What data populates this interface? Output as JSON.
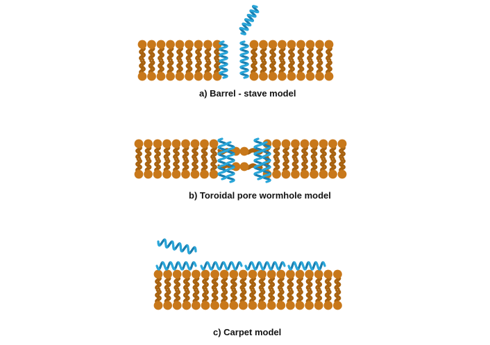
{
  "captions": {
    "a": "a) Barrel - stave model",
    "b": "b) Toroidal pore wormhole model",
    "c": "c) Carpet model"
  },
  "colors": {
    "lipid_head": "#c8781a",
    "lipid_tail": "#a8620f",
    "peptide": "#2aa6d9",
    "peptide_dark": "#1a7fb0"
  },
  "icons": {
    "lipid": "phospholipid-icon",
    "peptide": "alpha-helix-peptide-icon"
  }
}
